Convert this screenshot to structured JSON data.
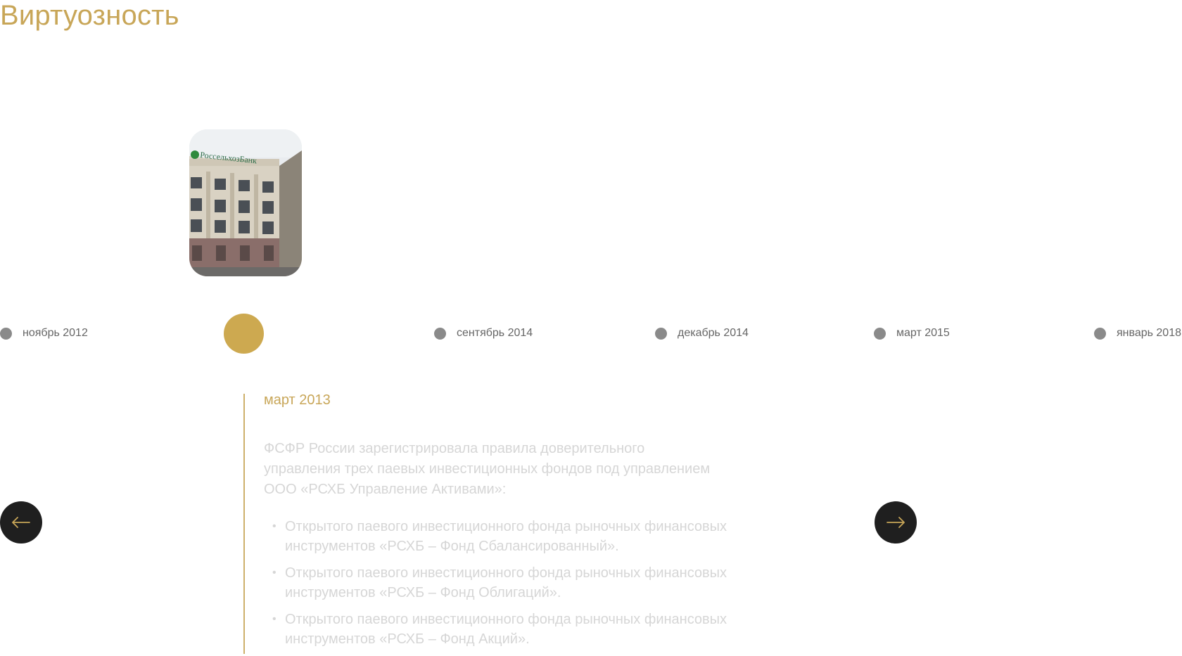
{
  "page": {
    "title": "Виртуозность"
  },
  "image": {
    "bank_sign": "РоссельхозБанк"
  },
  "timeline": {
    "items": [
      {
        "label": "ноябрь 2012",
        "active": false
      },
      {
        "label": "",
        "active": true
      },
      {
        "label": "сентябрь 2014",
        "active": false
      },
      {
        "label": "декабрь 2014",
        "active": false
      },
      {
        "label": "март 2015",
        "active": false
      },
      {
        "label": "январь 2018",
        "active": false
      }
    ]
  },
  "event": {
    "date": "март 2013",
    "text": "ФСФР России зарегистрировала правила доверительного управления трех паевых инвестиционных фондов под управлением ООО «РСХБ Управление Активами»:",
    "list": [
      "Открытого паевого инвестиционного фонда рыночных финансовых инструментов «РСХБ – Фонд Сбалансированный».",
      "Открытого паевого инвестиционного фонда рыночных финансовых инструментов «РСХБ – Фонд Облигаций».",
      "Открытого паевого инвестиционного фонда рыночных финансовых инструментов «РСХБ – Фонд Акций»."
    ]
  },
  "nav": {
    "prev_icon": "arrow-left-icon",
    "next_icon": "arrow-right-icon"
  },
  "colors": {
    "accent": "#c8a658",
    "button_bg": "#1f1f1f",
    "dot": "#8a8a8a"
  }
}
